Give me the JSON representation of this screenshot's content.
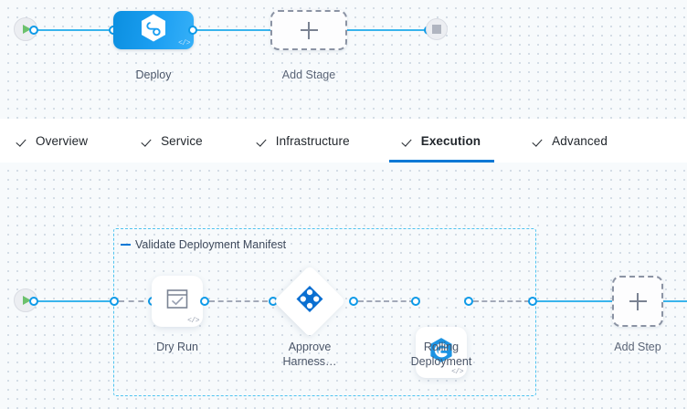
{
  "stage_canvas": {
    "start_node": {
      "icon": "play-icon",
      "name": "pipeline-start"
    },
    "stage": {
      "label": "Deploy",
      "icon": "harness-hexagon-icon",
      "badge": "</>",
      "color": "#1c9ff2"
    },
    "add_stage": {
      "label": "Add Stage",
      "icon": "plus-icon"
    },
    "end_node": {
      "icon": "stop-icon",
      "name": "pipeline-end"
    }
  },
  "tabs": [
    {
      "label": "Overview",
      "icon": "check-icon",
      "active": false
    },
    {
      "label": "Service",
      "icon": "check-icon",
      "active": false
    },
    {
      "label": "Infrastructure",
      "icon": "check-icon",
      "active": false
    },
    {
      "label": "Execution",
      "icon": "check-icon",
      "active": true
    },
    {
      "label": "Advanced",
      "icon": "check-icon",
      "active": false
    }
  ],
  "execution_canvas": {
    "start_node": {
      "icon": "play-icon"
    },
    "group": {
      "title": "Validate Deployment Manifest",
      "collapse_icon": "collapse-minus-icon",
      "border_color": "#4ec3f0"
    },
    "steps": [
      {
        "label": "Dry Run",
        "icon": "dry-run-checkbox-icon",
        "badge": "</>",
        "shape": "rounded"
      },
      {
        "label": "Approve\nHarness…",
        "icon": "harness-approval-icon",
        "badge": "",
        "shape": "diamond"
      },
      {
        "label": "Rolling\nDeployment",
        "icon": "rolling-deployment-icon",
        "badge": "</>",
        "shape": "rounded"
      }
    ],
    "add_step": {
      "label": "Add Step",
      "icon": "plus-icon"
    }
  },
  "colors": {
    "accent_blue": "#0278d5",
    "wire_blue": "#39b4ec",
    "group_cyan": "#4ec3f0",
    "canvas_bg": "#f7fafc"
  }
}
